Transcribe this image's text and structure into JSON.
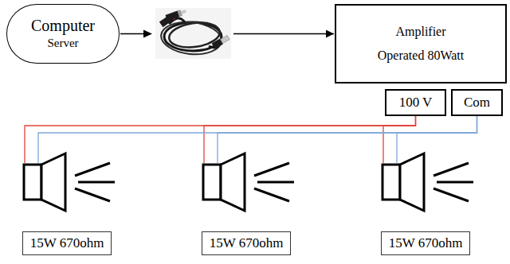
{
  "diagram": {
    "nodes": [
      {
        "text": [
          "Computer",
          "Server"
        ]
      },
      {
        "text": [
          "Amplifier",
          "Operated 80Watt"
        ]
      },
      {
        "text": [
          "100 V"
        ]
      },
      {
        "text": [
          "Com"
        ]
      },
      {
        "text": [
          "15W 670ohm"
        ]
      },
      {
        "text": [
          "15W 670ohm"
        ]
      },
      {
        "text": [
          "15W 670ohm"
        ]
      }
    ],
    "edges": [
      {
        "from": 0,
        "to": 1,
        "arrow": "to"
      },
      {
        "from": 2,
        "to": 4,
        "arrow": "none"
      },
      {
        "from": 2,
        "to": 5,
        "arrow": "none"
      },
      {
        "from": 2,
        "to": 6,
        "arrow": "none"
      },
      {
        "from": 3,
        "to": 4,
        "arrow": "none"
      },
      {
        "from": 3,
        "to": 5,
        "arrow": "none"
      },
      {
        "from": 3,
        "to": 6,
        "arrow": "none"
      }
    ]
  }
}
